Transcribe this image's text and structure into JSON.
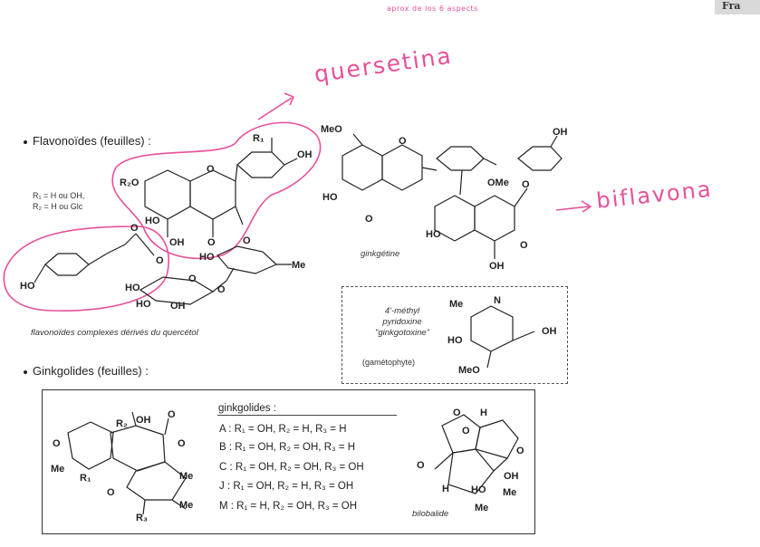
{
  "corner_tab": "Fra",
  "annotations": {
    "top_note": "aprox de los 6 aspects",
    "quercetina": "quersetina",
    "biflavona": "biflavona"
  },
  "sections": {
    "flavonoids_heading": "Flavonoïdes (feuilles) :",
    "ginkgolides_heading": "Ginkgolides (feuilles) :"
  },
  "flavonoid": {
    "r1_def": "R₁ = H ou OH,",
    "r2_def": "R₂ = H ou Glc",
    "caption": "flavonoïdes complexes dérivés du quercétol",
    "labels": {
      "r1": "R₁",
      "oh_top": "OH",
      "r2o": "R₂O",
      "o_ring": "O",
      "ho_left": "HO",
      "oh_bottom": "OH",
      "o_keto": "O",
      "ho_sugar": "HO",
      "o_sugar": "O",
      "me_sugar": "Me",
      "ho_phenyl": "HO",
      "o_ester": "O",
      "o_ester2": "O",
      "ho_glc1": "HO",
      "ho_glc2": "HO",
      "oh_glc": "OH",
      "o_glc": "O",
      "o_link": "O"
    }
  },
  "ginkgetin": {
    "caption": "ginkgétine",
    "labels": {
      "meo_top": "MeO",
      "o1": "O",
      "oh_right": "OH",
      "ho1": "HO",
      "o2": "O",
      "ome": "OMe",
      "o3": "O",
      "ho2": "HO",
      "oh2": "OH",
      "o4": "O"
    }
  },
  "ginkgotoxin": {
    "line1": "4'-méthyl",
    "line2": "pyridoxine",
    "line3": "\"ginkgotoxine\"",
    "line4": "(gamétophyte)",
    "labels": {
      "me": "Me",
      "n": "N",
      "ho": "HO",
      "oh": "OH",
      "meo": "MeO"
    }
  },
  "ginkgolides": {
    "box_title": "ginkgolides :",
    "rows": [
      "A : R₁ = OH, R₂ = H, R₃ = H",
      "B : R₁ = OH, R₂ = OH, R₃ = H",
      "C : R₁ = OH, R₂ = OH, R₃ = OH",
      "J : R₁ = OH, R₂ = H, R₃ = OH",
      "M : R₁ = H, R₂ = OH, R₃ = OH"
    ],
    "labels": {
      "r2": "R₂",
      "oh": "OH",
      "o1": "O",
      "o2": "O",
      "o3": "O",
      "me1": "Me",
      "r1": "R₁",
      "me2": "Me",
      "me3": "Me",
      "o4": "O",
      "r3": "R₃"
    }
  },
  "bilobalide": {
    "caption": "bilobalide",
    "labels": {
      "o1": "O",
      "h1": "H",
      "o2": "O",
      "o3": "O",
      "oh": "OH",
      "h2": "H",
      "ho": "HO",
      "me1": "Me",
      "me2": "Me",
      "o4": "O"
    }
  },
  "colors": {
    "handwriting": "#e8509a",
    "ink": "#222222",
    "tab": "#d9d9d9"
  }
}
